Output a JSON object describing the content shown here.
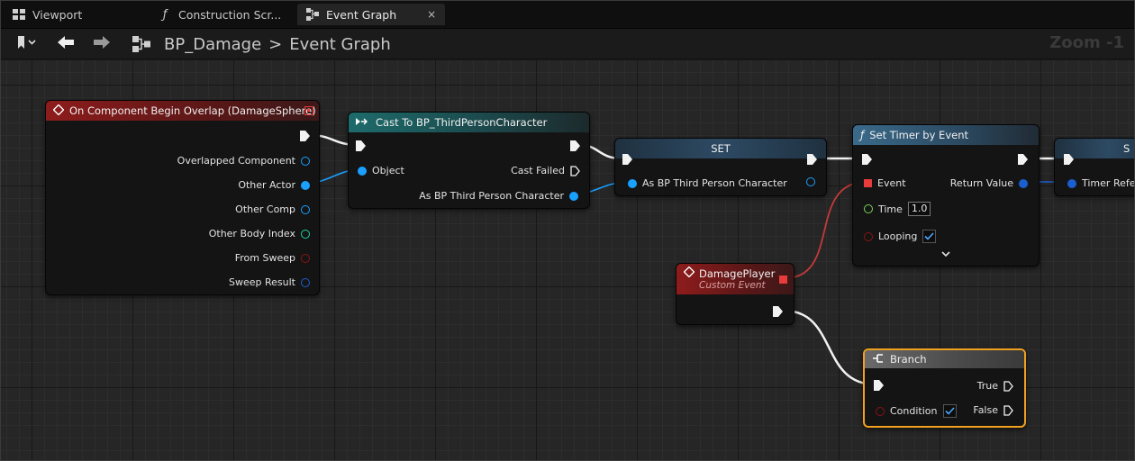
{
  "tabs": [
    {
      "label": "Viewport",
      "icon": "viewport-grid-icon"
    },
    {
      "label": "Construction Scr...",
      "icon": "function-icon"
    },
    {
      "label": "Event Graph",
      "icon": "event-graph-icon",
      "active": true,
      "close": "×"
    }
  ],
  "breadcrumb": {
    "blueprint": "BP_Damage",
    "separator": ">",
    "graph": "Event Graph"
  },
  "zoom_label": "Zoom -1",
  "colors": {
    "exec": "#f2f2f2",
    "object": "#1aa0ff",
    "struct": "#1a5fcf",
    "int": "#1fd1a0",
    "bool": "#8a1414",
    "float": "#7cd35a",
    "delegate": "#e83b3b"
  },
  "nodes": {
    "overlap": {
      "title": "On Component Begin Overlap (DamageSphere)",
      "pins": [
        "Overlapped Component",
        "Other Actor",
        "Other Comp",
        "Other Body Index",
        "From Sweep",
        "Sweep Result"
      ]
    },
    "cast": {
      "title": "Cast To BP_ThirdPersonCharacter",
      "object": "Object",
      "cast_failed": "Cast Failed",
      "as_char": "As BP Third Person Character"
    },
    "set": {
      "title": "SET",
      "as_char": "As BP Third Person Character"
    },
    "timer": {
      "title": "Set Timer by Event",
      "event": "Event",
      "return_value": "Return Value",
      "time": "Time",
      "time_value": "1.0",
      "looping": "Looping",
      "looping_checked": true
    },
    "partial": {
      "title": "S",
      "timer_ref": "Timer Refe"
    },
    "custom_event": {
      "title": "DamagePlayer",
      "subtitle": "Custom Event"
    },
    "branch": {
      "title": "Branch",
      "true": "True",
      "condition": "Condition",
      "false": "False",
      "condition_checked": true
    }
  }
}
